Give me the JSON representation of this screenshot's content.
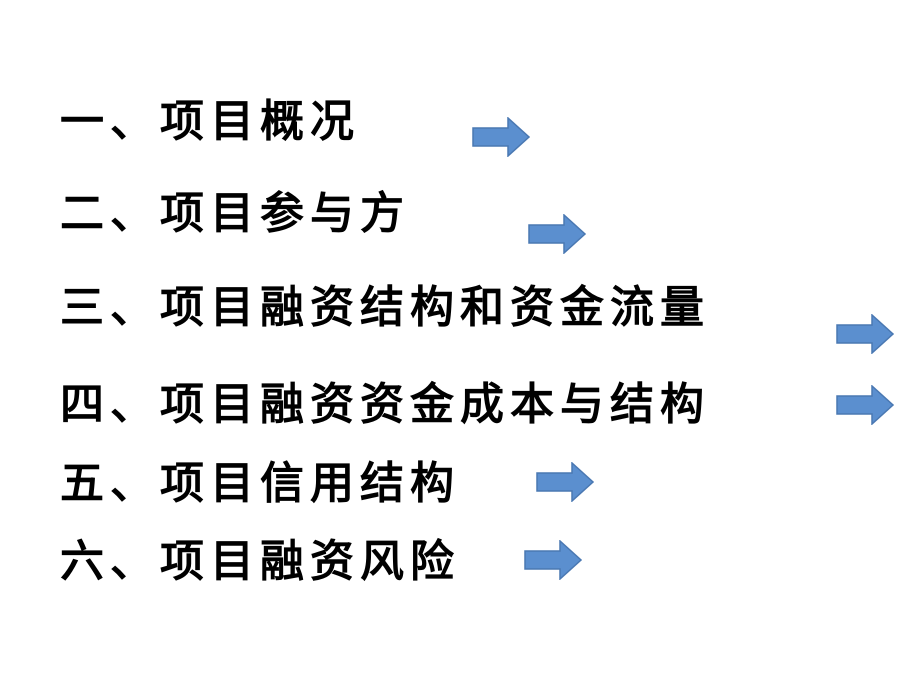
{
  "agenda": {
    "items": [
      {
        "label": "一、项目概况",
        "link_icon": "right-arrow-icon"
      },
      {
        "label": "二、项目参与方",
        "link_icon": "right-arrow-icon"
      },
      {
        "label": "三、项目融资结构和资金流量",
        "link_icon": "right-arrow-icon"
      },
      {
        "label": "四、项目融资资金成本与结构",
        "link_icon": "right-arrow-icon"
      },
      {
        "label": "五、项目信用结构",
        "link_icon": "right-arrow-icon"
      },
      {
        "label": "六、项目融资风险",
        "link_icon": "right-arrow-icon"
      }
    ],
    "arrow_color": "#5b8fcf",
    "text_color": "#000000",
    "background_color": "#ffffff"
  }
}
